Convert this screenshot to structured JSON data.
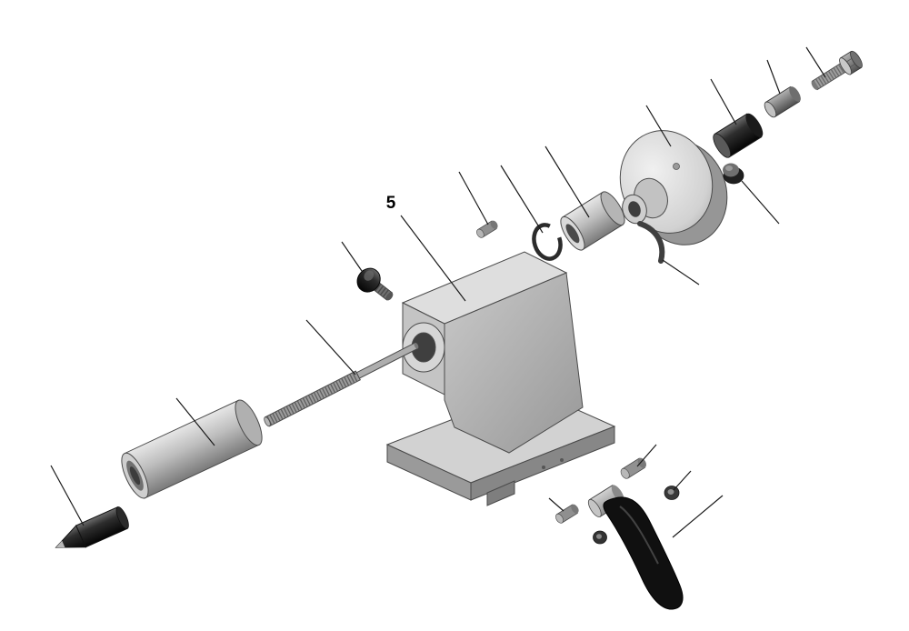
{
  "figure": {
    "type": "exploded-parts-diagram",
    "subject": "tailstock-assembly",
    "background_color": "#ffffff",
    "leader_line_color": "#1a1a1a"
  },
  "callout": {
    "number": "5"
  },
  "palette": {
    "metal_light": "#e6e6e6",
    "metal_mid": "#bdbdbd",
    "metal_dark": "#7a7a7a",
    "black_part": "#101010",
    "outline": "#4a4a4a"
  },
  "parts": [
    "dead-center-point",
    "outer-sleeve-cylinder",
    "ram-shaft",
    "button-head-screw",
    "tailstock-body",
    "spindle-pin",
    "snap-ring",
    "spindle-sleeve",
    "retaining-clamp",
    "flange-disc",
    "black-bushing",
    "coupling-cylinder",
    "hex-bolt",
    "knob-nut",
    "handle-boss",
    "handle-lever",
    "handle-pin-a",
    "handle-washer-a",
    "handle-pin-b",
    "handle-washer-b"
  ]
}
